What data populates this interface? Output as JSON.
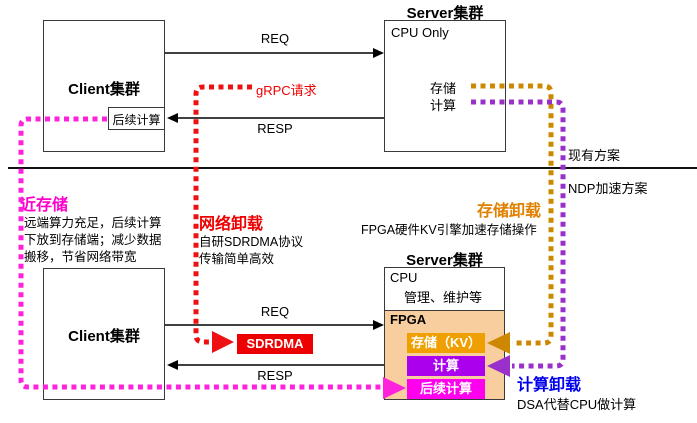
{
  "top_section": {
    "client_box": {
      "title": "Client集群",
      "sub_box_label": "后续计算"
    },
    "server_box": {
      "title": "Server集群",
      "cpu_label": "CPU Only",
      "storage_label": "存储",
      "compute_label": "计算"
    },
    "req_label": "REQ",
    "grpc_label": "gRPC请求",
    "resp_label": "RESP",
    "legend_existing": "现有方案",
    "legend_ndp": "NDP加速方案"
  },
  "bottom_section": {
    "near_storage": {
      "title": "近存储",
      "lines": [
        "远端算力充足，后续计算",
        "下放到存储端；减少数据",
        "搬移，节省网络带宽"
      ]
    },
    "network_offload": {
      "title": "网络卸载",
      "lines": [
        "自研SDRDMA协议",
        "传输简单高效"
      ]
    },
    "storage_offload": {
      "title": "存储卸载",
      "desc": "FPGA硬件KV引擎加速存储操作"
    },
    "compute_offload": {
      "title": "计算卸载",
      "desc": "DSA代替CPU做计算"
    },
    "client_box": {
      "title": "Client集群"
    },
    "server_box": {
      "title": "Server集群",
      "cpu_label": "CPU",
      "cpu_desc": "管理、维护等",
      "fpga_label": "FPGA",
      "bars": [
        {
          "label": "存储（KV）",
          "color": "#EFA000"
        },
        {
          "label": "计算",
          "color": "#AA00EE"
        },
        {
          "label": "后续计算",
          "color": "#FF00EE"
        }
      ]
    },
    "req_label": "REQ",
    "sdrdma_label": "SDRDMA",
    "resp_label": "RESP"
  },
  "colors": {
    "red": "#EE0000",
    "magenta": "#FF00CC",
    "orange_line": "#CC8800",
    "orange_text": "#E08000",
    "purple_line": "#9930CC",
    "blue": "#0000EE",
    "fpga_bg": "#F8CE9E",
    "box_border": "#3A3A3A"
  }
}
